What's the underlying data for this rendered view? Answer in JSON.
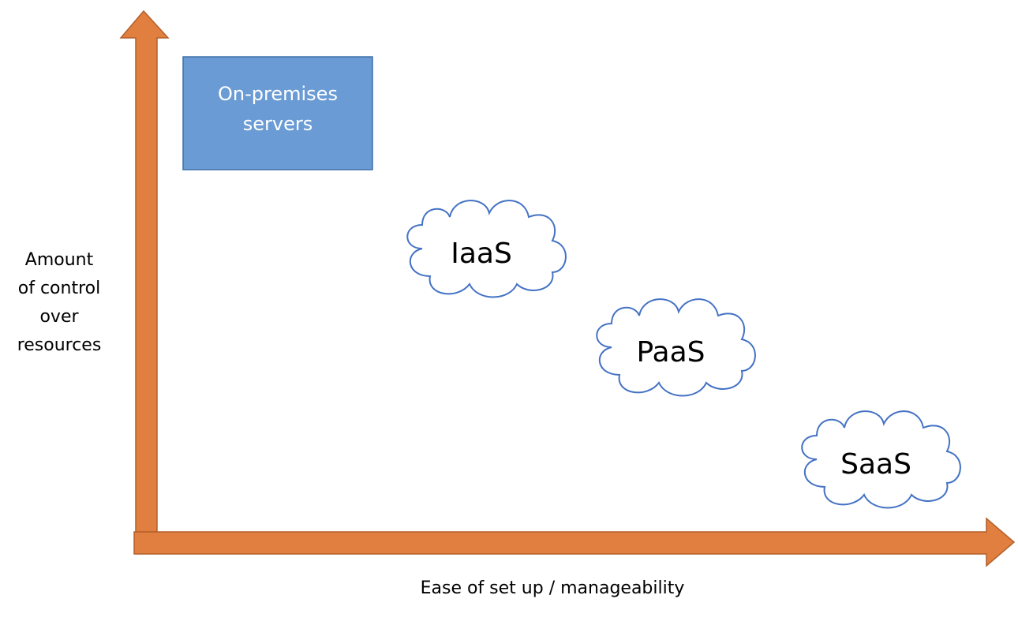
{
  "diagram": {
    "y_axis_label": [
      "Amount",
      "of control",
      "over",
      "resources"
    ],
    "x_axis_label": "Ease of set up / manageability",
    "on_premises": [
      "On-premises",
      "servers"
    ],
    "clouds": [
      {
        "label": "IaaS"
      },
      {
        "label": "PaaS"
      },
      {
        "label": "SaaS"
      }
    ]
  },
  "colors": {
    "axis": "#E07F3F",
    "axis_outline": "#B45F28",
    "box_fill": "#6A9BD4",
    "box_outline": "#3E6FA8",
    "cloud_outline": "#4472C4",
    "text": "#000000",
    "box_text": "#FFFFFF"
  }
}
